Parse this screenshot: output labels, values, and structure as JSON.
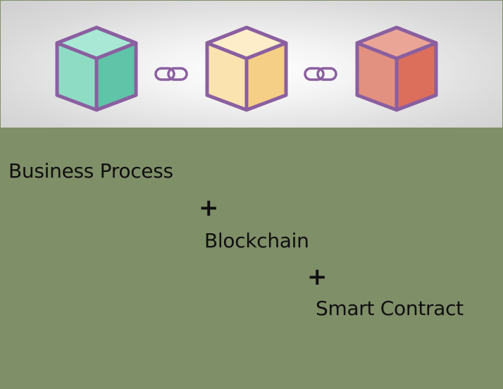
{
  "banner": {
    "blocks": [
      {
        "icon": "cube-icon",
        "color": "teal",
        "front": "#8fdcc4",
        "side": "#5fc4a8",
        "top": "#a8e8d4"
      },
      {
        "icon": "cube-icon",
        "color": "yellow",
        "front": "#fbe3b0",
        "side": "#f5cf86",
        "top": "#fdeec9"
      },
      {
        "icon": "cube-icon",
        "color": "red",
        "front": "#e2907f",
        "side": "#dc6e5c",
        "top": "#eaa596"
      }
    ],
    "links": [
      "chain-link-icon",
      "chain-link-icon"
    ],
    "outline_color": "#8a5fa0"
  },
  "formula": {
    "term1": "Business Process",
    "plus1": "+",
    "term2": "Blockchain",
    "plus2": "+",
    "term3": "Smart Contract"
  }
}
